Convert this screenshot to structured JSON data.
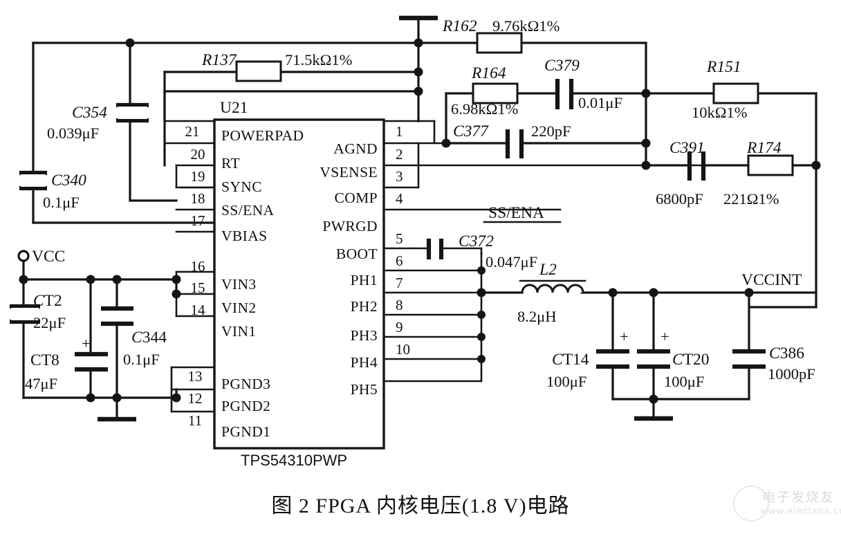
{
  "figure": {
    "caption": "图 2  FPGA 内核电压(1.8 V)电路",
    "ic_part_number": "TPS54310PWP",
    "ic_refdes": "U21"
  },
  "ic": {
    "left_pins": [
      {
        "num": "21",
        "name": "POWERPAD"
      },
      {
        "num": "20",
        "name": "RT"
      },
      {
        "num": "19",
        "name": "SYNC"
      },
      {
        "num": "18",
        "name": "SS/ENA"
      },
      {
        "num": "17",
        "name": "VBIAS"
      },
      {
        "num": "16",
        "name": "VIN3"
      },
      {
        "num": "15",
        "name": "VIN2"
      },
      {
        "num": "14",
        "name": "VIN1"
      },
      {
        "num": "13",
        "name": "PGND3"
      },
      {
        "num": "12",
        "name": "PGND2"
      },
      {
        "num": "11",
        "name": "PGND1"
      }
    ],
    "right_pins": [
      {
        "num": "1",
        "name": "AGND"
      },
      {
        "num": "2",
        "name": "VSENSE"
      },
      {
        "num": "3",
        "name": "COMP"
      },
      {
        "num": "4",
        "name": "PWRGD"
      },
      {
        "num": "5",
        "name": "BOOT"
      },
      {
        "num": "6",
        "name": "PH1"
      },
      {
        "num": "7",
        "name": "PH2"
      },
      {
        "num": "8",
        "name": "PH3"
      },
      {
        "num": "9",
        "name": "PH4"
      },
      {
        "num": "10",
        "name": "PH5"
      }
    ]
  },
  "nets": {
    "vcc": "VCC",
    "vccint": "VCCINT",
    "ss_ena": "SS/ENA"
  },
  "components": {
    "R137": {
      "ref": "R137",
      "value": "71.5kΩ1%"
    },
    "R162": {
      "ref": "R162",
      "value": "9.76kΩ1%"
    },
    "R164": {
      "ref": "R164",
      "value": "6.98kΩ1%"
    },
    "R151": {
      "ref": "R151",
      "value": "10kΩ1%"
    },
    "R174": {
      "ref": "R174",
      "value": "221Ω1%"
    },
    "C354": {
      "ref": "C354",
      "value": "0.039μF"
    },
    "C340": {
      "ref": "C340",
      "value": "0.1μF"
    },
    "C379": {
      "ref": "C379",
      "value": "0.01μF"
    },
    "C377": {
      "ref": "C377",
      "value": "220pF"
    },
    "C391": {
      "ref": "C391",
      "value": "6800pF"
    },
    "C372": {
      "ref": "C372",
      "value": "0.047μF"
    },
    "C344": {
      "ref": "C344",
      "value": "0.1μF"
    },
    "C386": {
      "ref": "C386",
      "value": "1000pF"
    },
    "CT2": {
      "ref": "CT2",
      "value": "22μF"
    },
    "CT8": {
      "ref": "CT8",
      "value": "47μF",
      "polarity": "+"
    },
    "CT14": {
      "ref": "CT14",
      "value": "100μF",
      "polarity": "+"
    },
    "CT20": {
      "ref": "CT20",
      "value": "100μF",
      "polarity": "+"
    },
    "L2": {
      "ref": "L2",
      "value": "8.2μH"
    }
  },
  "watermark": {
    "text": "电子发烧友",
    "url": "www.elecfans.com"
  }
}
